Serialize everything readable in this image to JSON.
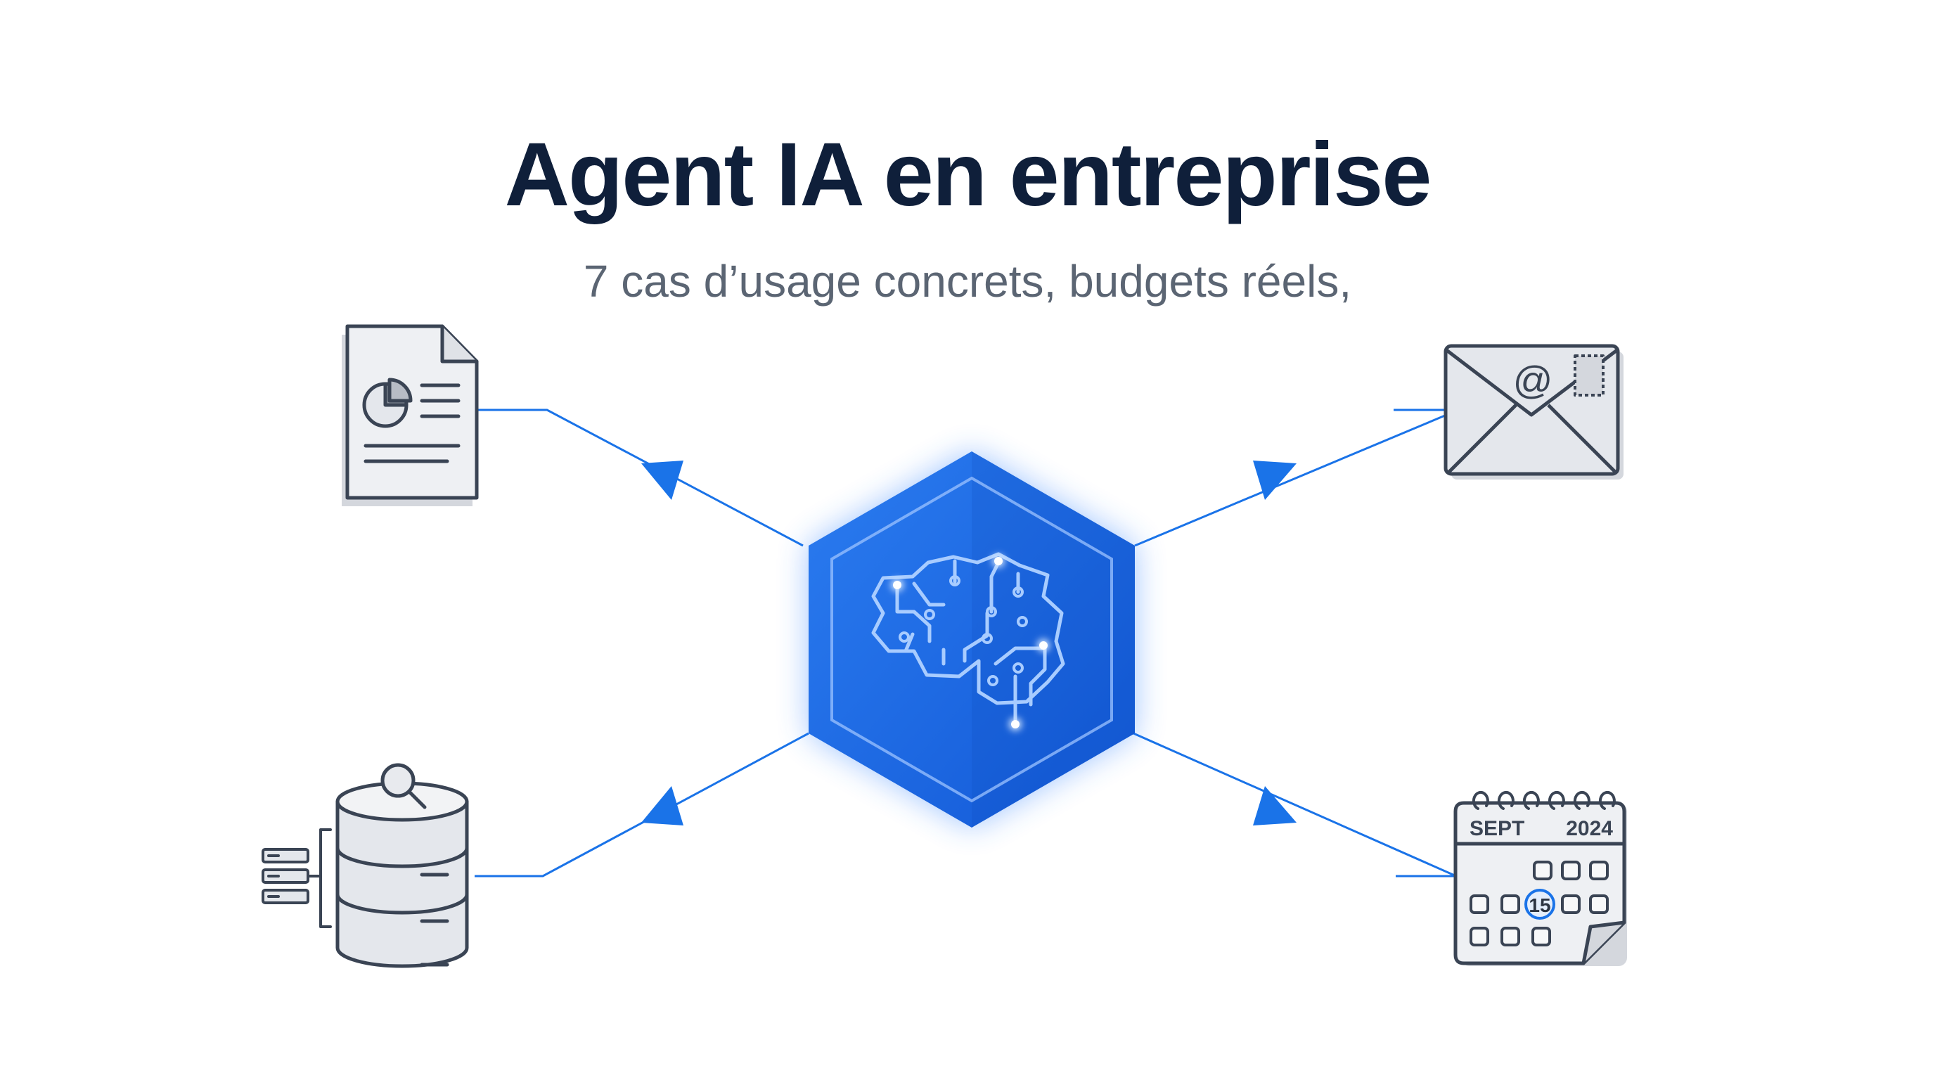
{
  "header": {
    "title": "Agent IA en entreprise",
    "subtitle": "7 cas d’usage concrets, budgets réels,"
  },
  "hub": {
    "icon": "brain-circuit-icon"
  },
  "nodes": [
    {
      "icon": "report-document-icon"
    },
    {
      "icon": "email-envelope-icon",
      "glyph": "@"
    },
    {
      "icon": "database-search-icon"
    },
    {
      "icon": "calendar-icon",
      "month": "SEPT",
      "year": "2024",
      "day": "15"
    }
  ],
  "colors": {
    "title": "#0f1f3a",
    "subtitle": "#5b6573",
    "accent": "#1a73e8",
    "hub": "#1f6fe6",
    "icon_stroke": "#3a4454",
    "icon_fill": "#eef0f3"
  }
}
